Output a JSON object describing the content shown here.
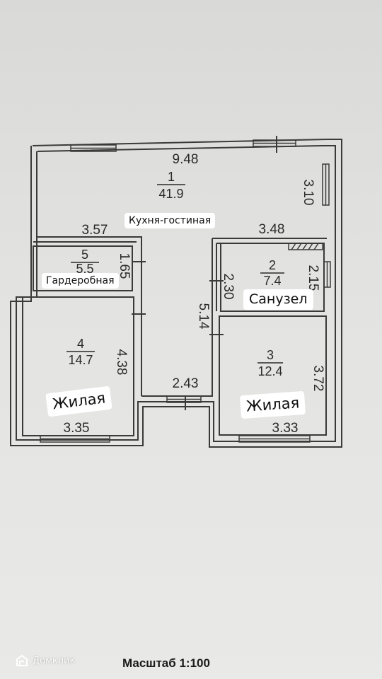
{
  "rooms": {
    "living": {
      "number": "1",
      "area": "41.9",
      "label": "Кухня-гостиная"
    },
    "wardrobe": {
      "number": "5",
      "area": "5.5",
      "label": "Гардеробная"
    },
    "bathroom": {
      "number": "2",
      "area": "7.4",
      "label": "Санузел"
    },
    "bedroom_left": {
      "number": "4",
      "area": "14.7",
      "label": "Жилая"
    },
    "bedroom_right": {
      "number": "3",
      "area": "12.4",
      "label": "Жилая"
    }
  },
  "dimensions": {
    "top_width": "9.48",
    "right_top": "3.10",
    "living_left": "3.57",
    "living_right": "3.48",
    "wardrobe_side": "1.65",
    "bath_left": "2.30",
    "bath_right": "2.15",
    "corridor": "5.14",
    "bedroom_left_side": "4.38",
    "corridor_bottom": "2.43",
    "bedroom_right_side": "3.72",
    "bedroom_left_bottom": "3.35",
    "bedroom_right_bottom": "3.33"
  },
  "footer": {
    "scale": "Масштаб 1:100",
    "watermark": "Домклик"
  },
  "colors": {
    "wall": "#3a3a3a",
    "paper": "#e3e3e1",
    "label_bg": "#ffffff"
  }
}
